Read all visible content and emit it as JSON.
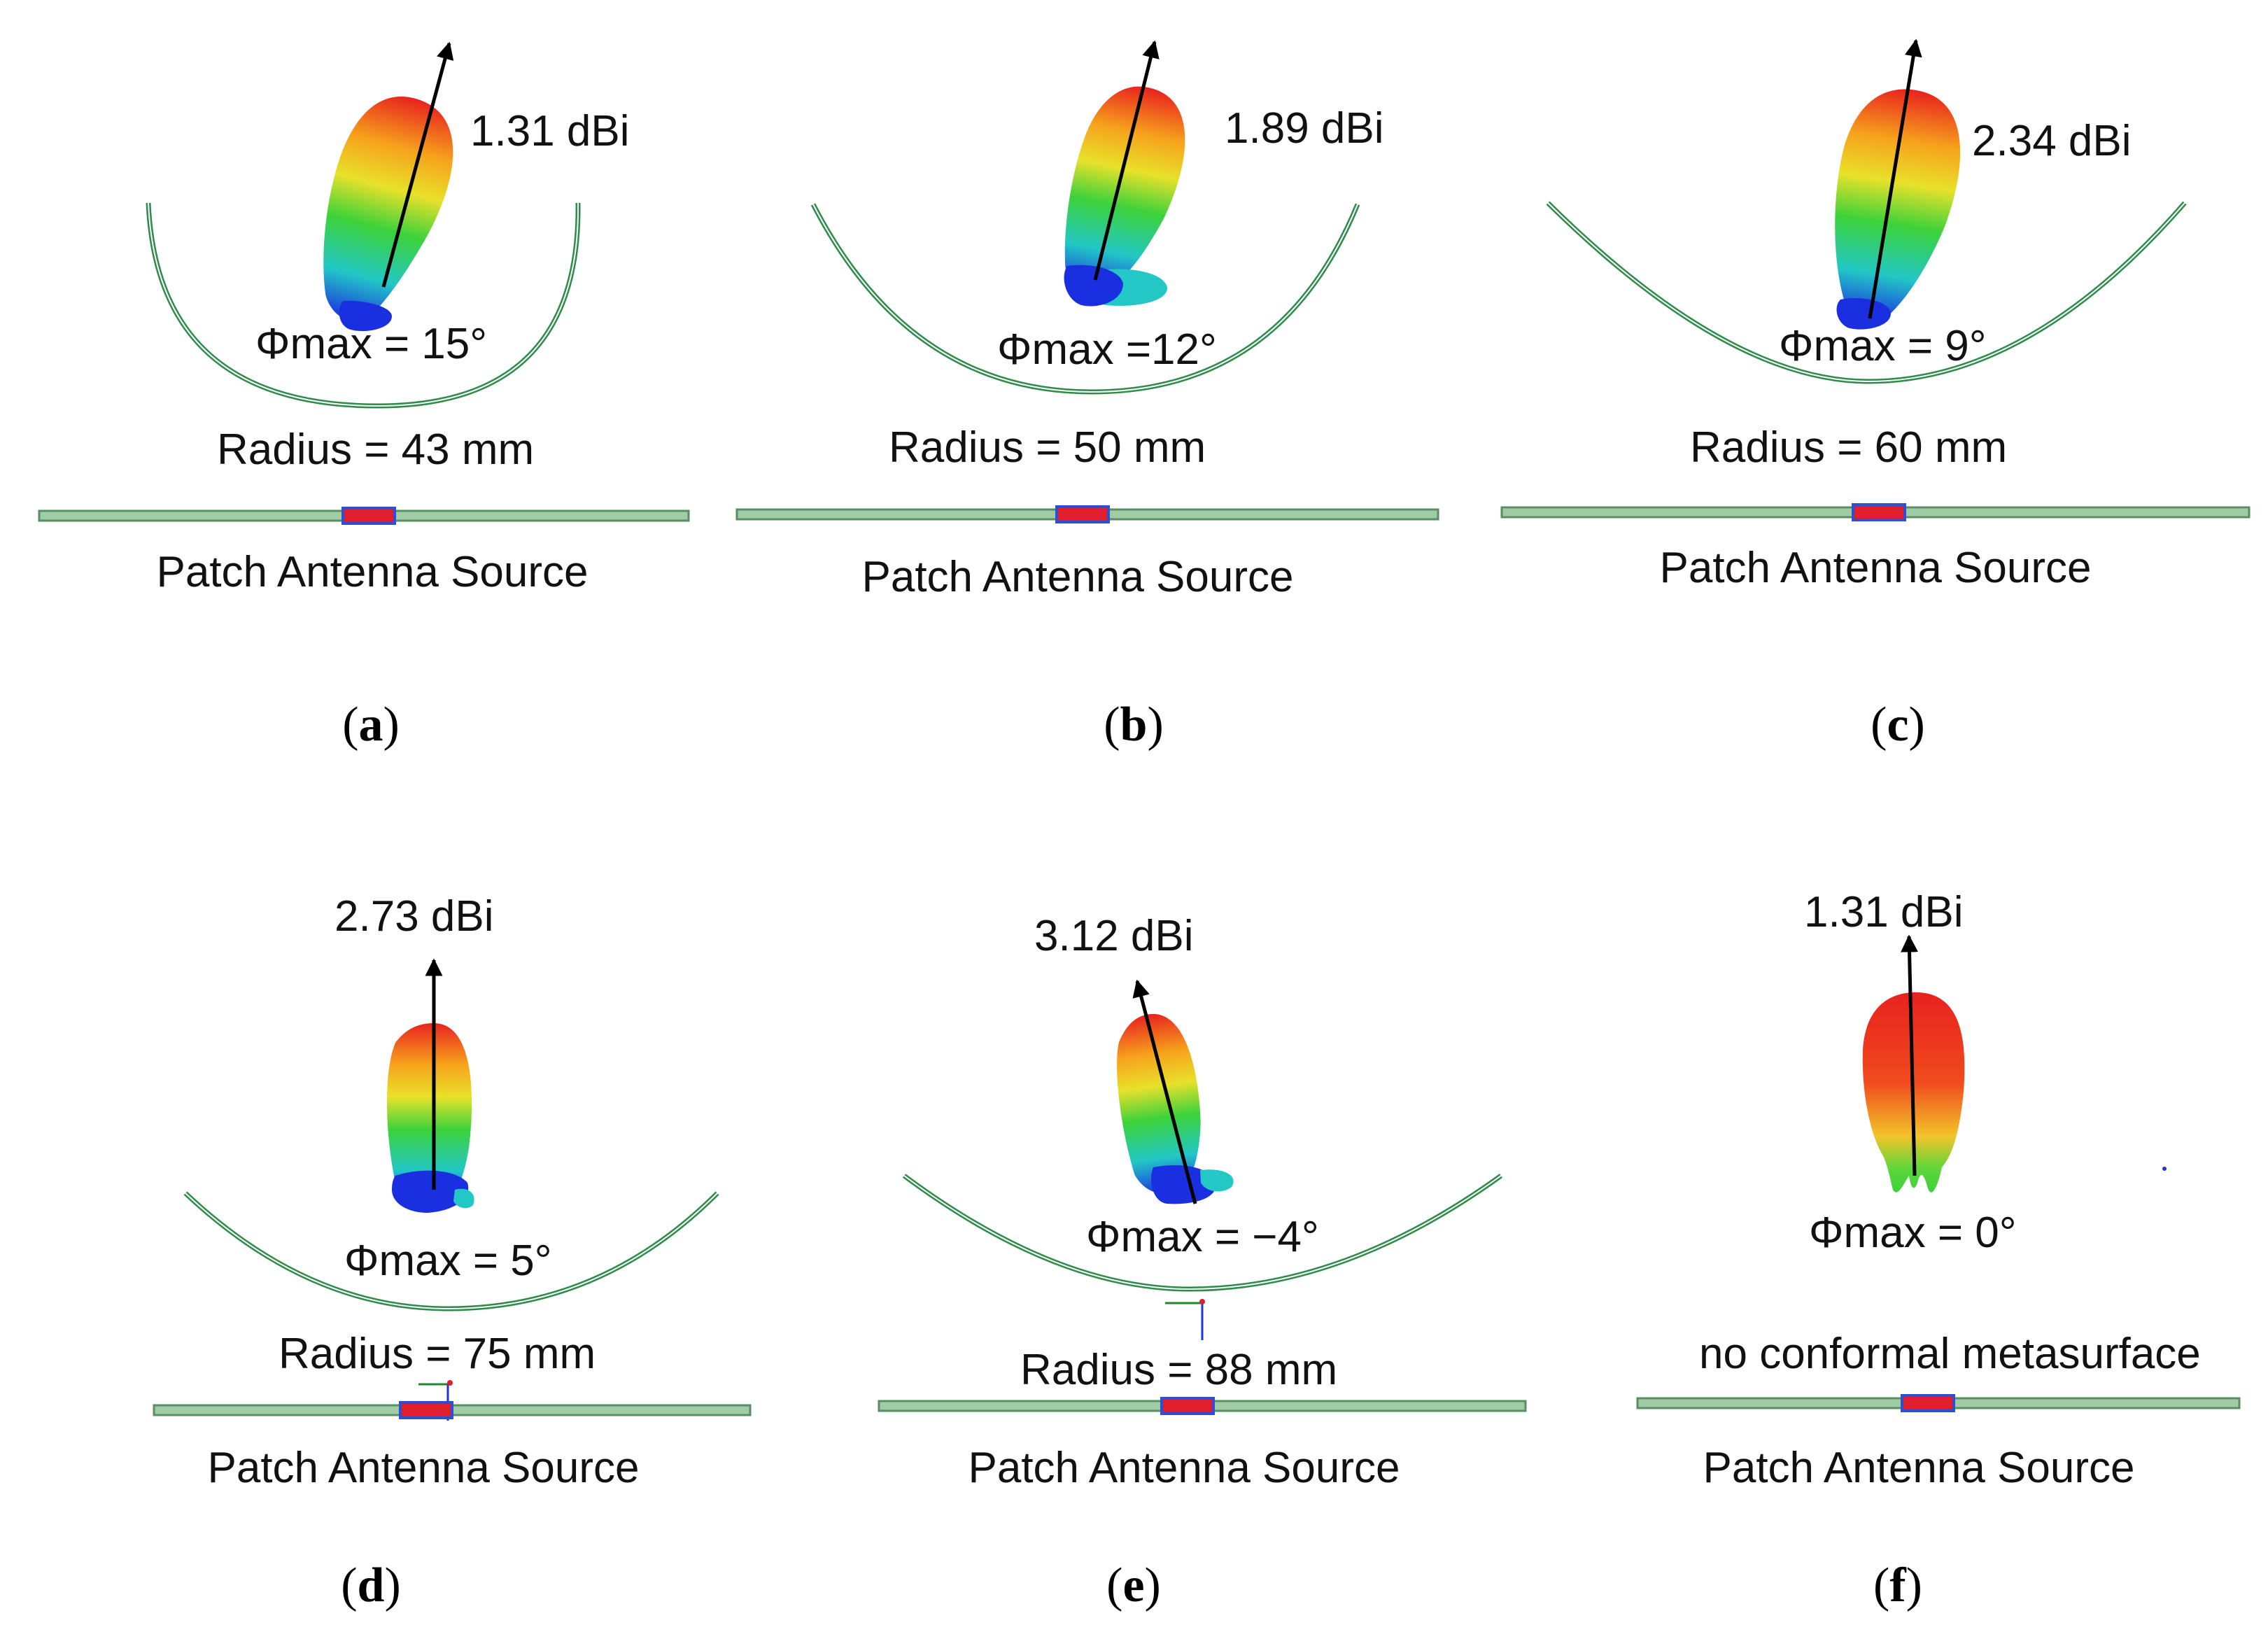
{
  "panels": [
    {
      "id": "a",
      "caption_letter": "a",
      "gain_label": "1.31 dBi",
      "phi_label": "Φmax = 15°",
      "radius_label": "Radius = 43 mm",
      "source_label": "Patch Antenna Source",
      "tilt_deg": 15,
      "has_metasurface": true
    },
    {
      "id": "b",
      "caption_letter": "b",
      "gain_label": "1.89 dBi",
      "phi_label": "Φmax =12°",
      "radius_label": "Radius = 50 mm",
      "source_label": "Patch Antenna Source",
      "tilt_deg": 12,
      "has_metasurface": true
    },
    {
      "id": "c",
      "caption_letter": "c",
      "gain_label": "2.34 dBi",
      "phi_label": "Φmax = 9°",
      "radius_label": "Radius = 60 mm",
      "source_label": "Patch Antenna Source",
      "tilt_deg": 9,
      "has_metasurface": true
    },
    {
      "id": "d",
      "caption_letter": "d",
      "gain_label": "2.73 dBi",
      "phi_label": "Φmax = 5°",
      "radius_label": "Radius = 75 mm",
      "source_label": "Patch Antenna Source",
      "tilt_deg": 5,
      "has_metasurface": true
    },
    {
      "id": "e",
      "caption_letter": "e",
      "gain_label": "3.12 dBi",
      "phi_label": "Φmax = −4°",
      "radius_label": "Radius = 88 mm",
      "source_label": "Patch Antenna Source",
      "tilt_deg": -4,
      "has_metasurface": true
    },
    {
      "id": "f",
      "caption_letter": "f",
      "gain_label": "1.31 dBi",
      "phi_label": "Φmax = 0°",
      "radius_label": "no conformal metasurface",
      "source_label": "Patch Antenna Source",
      "tilt_deg": 0,
      "has_metasurface": false
    }
  ],
  "colors": {
    "metasurface": "#2e8b4a",
    "substrate_fill": "#9fcca5",
    "substrate_stroke": "#5a8f63",
    "patch": "#e01e2e",
    "patch_border": "#2f4fd0",
    "arrow": "#000000",
    "lobe_stops": [
      "#e8221f",
      "#f6a21c",
      "#e8e12a",
      "#3cd23a",
      "#22c7c6",
      "#1a2fe0"
    ]
  }
}
